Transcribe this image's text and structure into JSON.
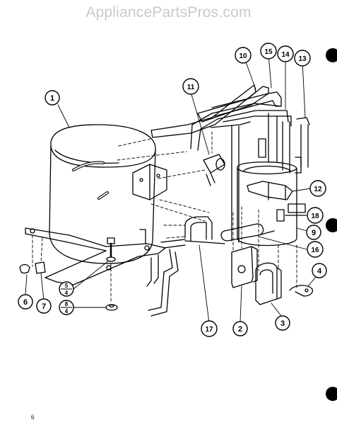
{
  "watermark": "AppliancePartsPros.com",
  "page_number": "6",
  "callouts": {
    "c1": "1",
    "c2": "2",
    "c3": "3",
    "c4": "4",
    "c6": "6",
    "c7": "7",
    "c9": "9",
    "c10": "10",
    "c11": "11",
    "c12": "12",
    "c13": "13",
    "c14": "14",
    "c15": "15",
    "c16": "16",
    "c17": "17",
    "c18": "18"
  },
  "fraction_labels": {
    "f1_top": "5",
    "f1_bottom": "4",
    "f2_top": "8",
    "f2_bottom": "4"
  }
}
